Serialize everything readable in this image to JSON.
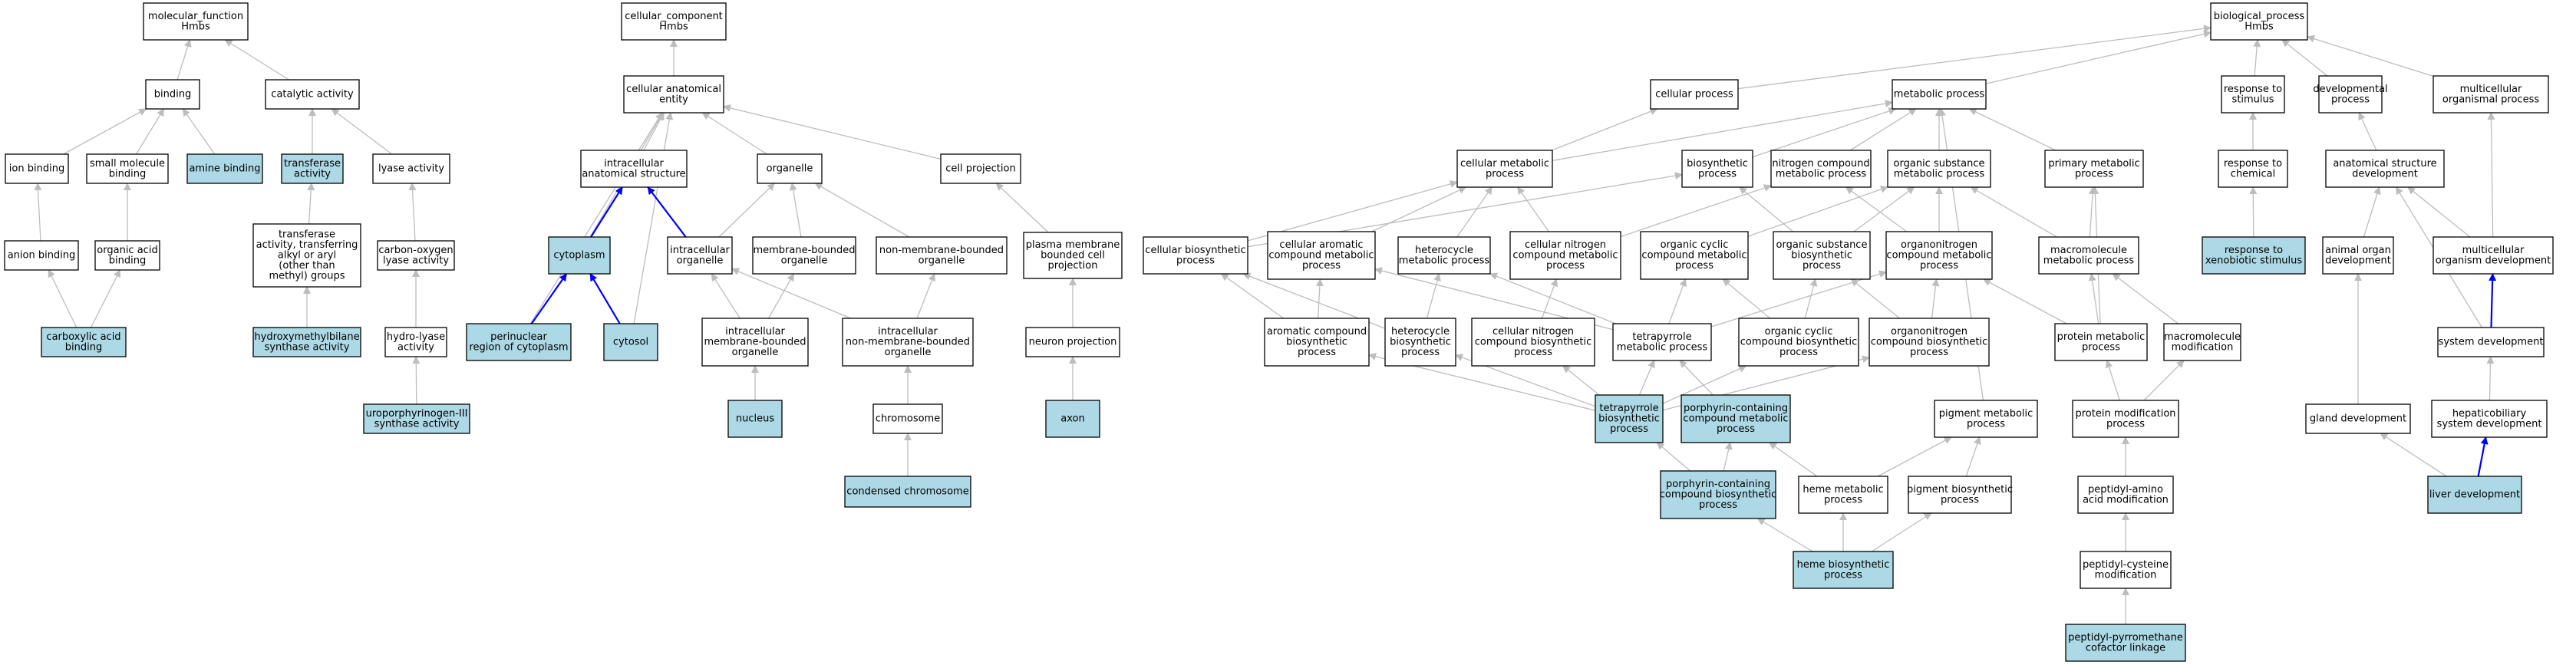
{
  "colors": {
    "highlight": "#add8e6",
    "plain": "#ffffff",
    "edge_gray": "#bdbdbd",
    "edge_blue": "#0000ff"
  },
  "nodes": {
    "mf_root": {
      "lines": [
        "molecular_function",
        "Hmbs"
      ],
      "hl": false
    },
    "binding": {
      "lines": [
        "binding"
      ],
      "hl": false
    },
    "catalytic": {
      "lines": [
        "catalytic activity"
      ],
      "hl": false
    },
    "ion_binding": {
      "lines": [
        "ion binding"
      ],
      "hl": false
    },
    "small_mol": {
      "lines": [
        "small molecule",
        "binding"
      ],
      "hl": false
    },
    "amine_binding": {
      "lines": [
        "amine binding"
      ],
      "hl": true
    },
    "transferase": {
      "lines": [
        "transferase",
        "activity"
      ],
      "hl": true
    },
    "lyase": {
      "lines": [
        "lyase activity"
      ],
      "hl": false
    },
    "anion_binding": {
      "lines": [
        "anion binding"
      ],
      "hl": false
    },
    "org_acid": {
      "lines": [
        "organic acid",
        "binding"
      ],
      "hl": false
    },
    "transferase_aryl": {
      "lines": [
        "transferase",
        "activity, transferring",
        "alkyl or aryl",
        "(other than",
        "methyl) groups"
      ],
      "hl": false
    },
    "cO_lyase": {
      "lines": [
        "carbon-oxygen",
        "lyase activity"
      ],
      "hl": false
    },
    "carboxylic": {
      "lines": [
        "carboxylic acid",
        "binding"
      ],
      "hl": true
    },
    "hmbs_synth": {
      "lines": [
        "hydroxymethylbilane",
        "synthase activity"
      ],
      "hl": true
    },
    "hydro_lyase": {
      "lines": [
        "hydro-lyase",
        "activity"
      ],
      "hl": false
    },
    "uropor": {
      "lines": [
        "uroporphyrinogen-III",
        "synthase activity"
      ],
      "hl": true
    },
    "cc_root": {
      "lines": [
        "cellular_component",
        "Hmbs"
      ],
      "hl": false
    },
    "cae": {
      "lines": [
        "cellular anatomical",
        "entity"
      ],
      "hl": false
    },
    "ias": {
      "lines": [
        "intracellular",
        "anatomical structure"
      ],
      "hl": false
    },
    "organelle": {
      "lines": [
        "organelle"
      ],
      "hl": false
    },
    "cell_proj": {
      "lines": [
        "cell projection"
      ],
      "hl": false
    },
    "cytoplasm": {
      "lines": [
        "cytoplasm"
      ],
      "hl": true
    },
    "intra_org": {
      "lines": [
        "intracellular",
        "organelle"
      ],
      "hl": false
    },
    "mem_org": {
      "lines": [
        "membrane-bounded",
        "organelle"
      ],
      "hl": false
    },
    "nonmem_org": {
      "lines": [
        "non-membrane-bounded",
        "organelle"
      ],
      "hl": false
    },
    "pm_proj": {
      "lines": [
        "plasma membrane",
        "bounded cell",
        "projection"
      ],
      "hl": false
    },
    "perinuclear": {
      "lines": [
        "perinuclear",
        "region of cytoplasm"
      ],
      "hl": true
    },
    "cytosol": {
      "lines": [
        "cytosol"
      ],
      "hl": true
    },
    "imbo": {
      "lines": [
        "intracellular",
        "membrane-bounded",
        "organelle"
      ],
      "hl": false
    },
    "inmbo": {
      "lines": [
        "intracellular",
        "non-membrane-bounded",
        "organelle"
      ],
      "hl": false
    },
    "neuron_proj": {
      "lines": [
        "neuron projection"
      ],
      "hl": false
    },
    "nucleus": {
      "lines": [
        "nucleus"
      ],
      "hl": true
    },
    "chromosome": {
      "lines": [
        "chromosome"
      ],
      "hl": false
    },
    "axon": {
      "lines": [
        "axon"
      ],
      "hl": true
    },
    "condensed": {
      "lines": [
        "condensed chromosome"
      ],
      "hl": true
    },
    "bp_root": {
      "lines": [
        "biological_process",
        "Hmbs"
      ],
      "hl": false
    },
    "cellular_process": {
      "lines": [
        "cellular process"
      ],
      "hl": false
    },
    "metabolic": {
      "lines": [
        "metabolic process"
      ],
      "hl": false
    },
    "resp_stim": {
      "lines": [
        "response to",
        "stimulus"
      ],
      "hl": false
    },
    "dev_proc": {
      "lines": [
        "developmental",
        "process"
      ],
      "hl": false
    },
    "multi_org": {
      "lines": [
        "multicellular",
        "organismal process"
      ],
      "hl": false
    },
    "cell_met": {
      "lines": [
        "cellular metabolic",
        "process"
      ],
      "hl": false
    },
    "biosynth": {
      "lines": [
        "biosynthetic",
        "process"
      ],
      "hl": false
    },
    "n_comp": {
      "lines": [
        "nitrogen compound",
        "metabolic process"
      ],
      "hl": false
    },
    "org_sub": {
      "lines": [
        "organic substance",
        "metabolic process"
      ],
      "hl": false
    },
    "primary": {
      "lines": [
        "primary metabolic",
        "process"
      ],
      "hl": false
    },
    "resp_chem": {
      "lines": [
        "response to",
        "chemical"
      ],
      "hl": false
    },
    "anat_dev": {
      "lines": [
        "anatomical structure",
        "development"
      ],
      "hl": false
    },
    "cell_biosyn": {
      "lines": [
        "cellular biosynthetic",
        "process"
      ],
      "hl": false
    },
    "cell_arom": {
      "lines": [
        "cellular aromatic",
        "compound metabolic",
        "process"
      ],
      "hl": false
    },
    "hetero_met": {
      "lines": [
        "heterocycle",
        "metabolic process"
      ],
      "hl": false
    },
    "cell_n_met": {
      "lines": [
        "cellular nitrogen",
        "compound metabolic",
        "process"
      ],
      "hl": false
    },
    "org_cyclic": {
      "lines": [
        "organic cyclic",
        "compound metabolic",
        "process"
      ],
      "hl": false
    },
    "org_sub_bio": {
      "lines": [
        "organic substance",
        "biosynthetic",
        "process"
      ],
      "hl": false
    },
    "organonit": {
      "lines": [
        "organonitrogen",
        "compound metabolic",
        "process"
      ],
      "hl": false
    },
    "macro_met": {
      "lines": [
        "macromolecule",
        "metabolic process"
      ],
      "hl": false
    },
    "resp_xeno": {
      "lines": [
        "response to",
        "xenobiotic stimulus"
      ],
      "hl": true
    },
    "animal_organ": {
      "lines": [
        "animal organ",
        "development"
      ],
      "hl": false
    },
    "multi_dev": {
      "lines": [
        "multicellular",
        "organism development"
      ],
      "hl": false
    },
    "arom_bio": {
      "lines": [
        "aromatic compound",
        "biosynthetic",
        "process"
      ],
      "hl": false
    },
    "hetero_bio": {
      "lines": [
        "heterocycle",
        "biosynthetic",
        "process"
      ],
      "hl": false
    },
    "cell_n_bio": {
      "lines": [
        "cellular nitrogen",
        "compound biosynthetic",
        "process"
      ],
      "hl": false
    },
    "tetra_met": {
      "lines": [
        "tetrapyrrole",
        "metabolic process"
      ],
      "hl": false
    },
    "org_cyc_bio": {
      "lines": [
        "organic cyclic",
        "compound biosynthetic",
        "process"
      ],
      "hl": false
    },
    "organonit_bio": {
      "lines": [
        "organonitrogen",
        "compound biosynthetic",
        "process"
      ],
      "hl": false
    },
    "protein_met": {
      "lines": [
        "protein metabolic",
        "process"
      ],
      "hl": false
    },
    "macro_mod": {
      "lines": [
        "macromolecule",
        "modification"
      ],
      "hl": false
    },
    "system_dev": {
      "lines": [
        "system development"
      ],
      "hl": false
    },
    "tetra_bio": {
      "lines": [
        "tetrapyrrole",
        "biosynthetic",
        "process"
      ],
      "hl": true
    },
    "porph_met": {
      "lines": [
        "porphyrin-containing",
        "compound metabolic",
        "process"
      ],
      "hl": true
    },
    "pigment_met": {
      "lines": [
        "pigment metabolic",
        "process"
      ],
      "hl": false
    },
    "protein_mod": {
      "lines": [
        "protein modification",
        "process"
      ],
      "hl": false
    },
    "gland_dev": {
      "lines": [
        "gland development"
      ],
      "hl": false
    },
    "hepato": {
      "lines": [
        "hepaticobiliary",
        "system development"
      ],
      "hl": false
    },
    "porph_bio": {
      "lines": [
        "porphyrin-containing",
        "compound biosynthetic",
        "process"
      ],
      "hl": true
    },
    "heme_met": {
      "lines": [
        "heme metabolic",
        "process"
      ],
      "hl": false
    },
    "pigment_bio": {
      "lines": [
        "pigment biosynthetic",
        "process"
      ],
      "hl": false
    },
    "peptidyl_aa": {
      "lines": [
        "peptidyl-amino",
        "acid modification"
      ],
      "hl": false
    },
    "liver_dev": {
      "lines": [
        "liver development"
      ],
      "hl": true
    },
    "heme_bio": {
      "lines": [
        "heme biosynthetic",
        "process"
      ],
      "hl": true
    },
    "peptidyl_cys": {
      "lines": [
        "peptidyl-cysteine",
        "modification"
      ],
      "hl": false
    },
    "peptidyl_pyrro": {
      "lines": [
        "peptidyl-pyrromethane",
        "cofactor linkage"
      ],
      "hl": true
    }
  },
  "edges": [
    [
      "binding",
      "mf_root",
      "gray"
    ],
    [
      "catalytic",
      "mf_root",
      "gray"
    ],
    [
      "ion_binding",
      "binding",
      "gray"
    ],
    [
      "small_mol",
      "binding",
      "gray"
    ],
    [
      "amine_binding",
      "binding",
      "gray"
    ],
    [
      "transferase",
      "catalytic",
      "gray"
    ],
    [
      "lyase",
      "catalytic",
      "gray"
    ],
    [
      "anion_binding",
      "ion_binding",
      "gray"
    ],
    [
      "org_acid",
      "small_mol",
      "gray"
    ],
    [
      "transferase_aryl",
      "transferase",
      "gray"
    ],
    [
      "cO_lyase",
      "lyase",
      "gray"
    ],
    [
      "carboxylic",
      "anion_binding",
      "gray"
    ],
    [
      "carboxylic",
      "org_acid",
      "gray"
    ],
    [
      "hmbs_synth",
      "transferase_aryl",
      "gray"
    ],
    [
      "hydro_lyase",
      "cO_lyase",
      "gray"
    ],
    [
      "uropor",
      "hydro_lyase",
      "gray"
    ],
    [
      "cae",
      "cc_root",
      "gray"
    ],
    [
      "ias",
      "cae",
      "gray"
    ],
    [
      "organelle",
      "cae",
      "gray"
    ],
    [
      "cell_proj",
      "cae",
      "gray"
    ],
    [
      "cytoplasm",
      "cae",
      "gray"
    ],
    [
      "perinuclear",
      "cae",
      "gray"
    ],
    [
      "cytosol",
      "cae",
      "gray"
    ],
    [
      "cytoplasm",
      "ias",
      "blue"
    ],
    [
      "intra_org",
      "ias",
      "blue"
    ],
    [
      "intra_org",
      "organelle",
      "gray"
    ],
    [
      "mem_org",
      "organelle",
      "gray"
    ],
    [
      "nonmem_org",
      "organelle",
      "gray"
    ],
    [
      "pm_proj",
      "cell_proj",
      "gray"
    ],
    [
      "perinuclear",
      "cytoplasm",
      "blue"
    ],
    [
      "cytosol",
      "cytoplasm",
      "blue"
    ],
    [
      "imbo",
      "intra_org",
      "gray"
    ],
    [
      "imbo",
      "mem_org",
      "gray"
    ],
    [
      "inmbo",
      "intra_org",
      "gray"
    ],
    [
      "inmbo",
      "nonmem_org",
      "gray"
    ],
    [
      "neuron_proj",
      "pm_proj",
      "gray"
    ],
    [
      "nucleus",
      "imbo",
      "gray"
    ],
    [
      "chromosome",
      "inmbo",
      "gray"
    ],
    [
      "axon",
      "neuron_proj",
      "gray"
    ],
    [
      "condensed",
      "chromosome",
      "gray"
    ],
    [
      "cellular_process",
      "bp_root",
      "gray"
    ],
    [
      "metabolic",
      "bp_root",
      "gray"
    ],
    [
      "resp_stim",
      "bp_root",
      "gray"
    ],
    [
      "dev_proc",
      "bp_root",
      "gray"
    ],
    [
      "multi_org",
      "bp_root",
      "gray"
    ],
    [
      "cell_met",
      "cellular_process",
      "gray"
    ],
    [
      "cell_met",
      "metabolic",
      "gray"
    ],
    [
      "biosynth",
      "metabolic",
      "gray"
    ],
    [
      "n_comp",
      "metabolic",
      "gray"
    ],
    [
      "org_sub",
      "metabolic",
      "gray"
    ],
    [
      "primary",
      "metabolic",
      "gray"
    ],
    [
      "resp_chem",
      "resp_stim",
      "gray"
    ],
    [
      "anat_dev",
      "dev_proc",
      "gray"
    ],
    [
      "cell_biosyn",
      "cell_met",
      "gray"
    ],
    [
      "cell_biosyn",
      "biosynth",
      "gray"
    ],
    [
      "cell_arom",
      "cell_met",
      "gray"
    ],
    [
      "hetero_met",
      "cell_met",
      "gray"
    ],
    [
      "cell_n_met",
      "cell_met",
      "gray"
    ],
    [
      "cell_n_met",
      "n_comp",
      "gray"
    ],
    [
      "org_cyclic",
      "org_sub",
      "gray"
    ],
    [
      "org_sub_bio",
      "biosynth",
      "gray"
    ],
    [
      "org_sub_bio",
      "org_sub",
      "gray"
    ],
    [
      "organonit",
      "n_comp",
      "gray"
    ],
    [
      "organonit",
      "org_sub",
      "gray"
    ],
    [
      "macro_met",
      "org_sub",
      "gray"
    ],
    [
      "macro_met",
      "primary",
      "gray"
    ],
    [
      "resp_xeno",
      "resp_chem",
      "gray"
    ],
    [
      "animal_organ",
      "anat_dev",
      "gray"
    ],
    [
      "multi_dev",
      "anat_dev",
      "gray"
    ],
    [
      "multi_dev",
      "multi_org",
      "gray"
    ],
    [
      "arom_bio",
      "cell_biosyn",
      "gray"
    ],
    [
      "arom_bio",
      "cell_arom",
      "gray"
    ],
    [
      "hetero_bio",
      "hetero_met",
      "gray"
    ],
    [
      "hetero_bio",
      "cell_biosyn",
      "gray"
    ],
    [
      "cell_n_bio",
      "cell_n_met",
      "gray"
    ],
    [
      "tetra_met",
      "org_cyclic",
      "gray"
    ],
    [
      "tetra_met",
      "cell_arom",
      "gray"
    ],
    [
      "tetra_met",
      "hetero_met",
      "gray"
    ],
    [
      "tetra_met",
      "organonit",
      "gray"
    ],
    [
      "org_cyc_bio",
      "org_cyclic",
      "gray"
    ],
    [
      "org_cyc_bio",
      "org_sub_bio",
      "gray"
    ],
    [
      "organonit_bio",
      "organonit",
      "gray"
    ],
    [
      "organonit_bio",
      "org_sub_bio",
      "gray"
    ],
    [
      "protein_met",
      "macro_met",
      "gray"
    ],
    [
      "protein_met",
      "organonit",
      "gray"
    ],
    [
      "protein_met",
      "primary",
      "gray"
    ],
    [
      "macro_mod",
      "macro_met",
      "gray"
    ],
    [
      "system_dev",
      "multi_dev",
      "blue"
    ],
    [
      "system_dev",
      "anat_dev",
      "gray"
    ],
    [
      "tetra_bio",
      "tetra_met",
      "gray"
    ],
    [
      "tetra_bio",
      "arom_bio",
      "gray"
    ],
    [
      "tetra_bio",
      "hetero_bio",
      "gray"
    ],
    [
      "tetra_bio",
      "cell_n_bio",
      "gray"
    ],
    [
      "tetra_bio",
      "org_cyc_bio",
      "gray"
    ],
    [
      "tetra_bio",
      "organonit_bio",
      "gray"
    ],
    [
      "porph_met",
      "tetra_met",
      "gray"
    ],
    [
      "pigment_met",
      "metabolic",
      "gray"
    ],
    [
      "protein_mod",
      "protein_met",
      "gray"
    ],
    [
      "protein_mod",
      "macro_mod",
      "gray"
    ],
    [
      "gland_dev",
      "animal_organ",
      "gray"
    ],
    [
      "hepato",
      "system_dev",
      "gray"
    ],
    [
      "porph_bio",
      "porph_met",
      "gray"
    ],
    [
      "porph_bio",
      "tetra_bio",
      "gray"
    ],
    [
      "heme_met",
      "porph_met",
      "gray"
    ],
    [
      "heme_met",
      "pigment_met",
      "gray"
    ],
    [
      "pigment_bio",
      "pigment_met",
      "gray"
    ],
    [
      "peptidyl_aa",
      "protein_mod",
      "gray"
    ],
    [
      "liver_dev",
      "gland_dev",
      "gray"
    ],
    [
      "liver_dev",
      "hepato",
      "blue"
    ],
    [
      "heme_bio",
      "porph_bio",
      "gray"
    ],
    [
      "heme_bio",
      "heme_met",
      "gray"
    ],
    [
      "heme_bio",
      "pigment_bio",
      "gray"
    ],
    [
      "peptidyl_cys",
      "peptidyl_aa",
      "gray"
    ],
    [
      "peptidyl_pyrro",
      "peptidyl_cys",
      "gray"
    ]
  ]
}
